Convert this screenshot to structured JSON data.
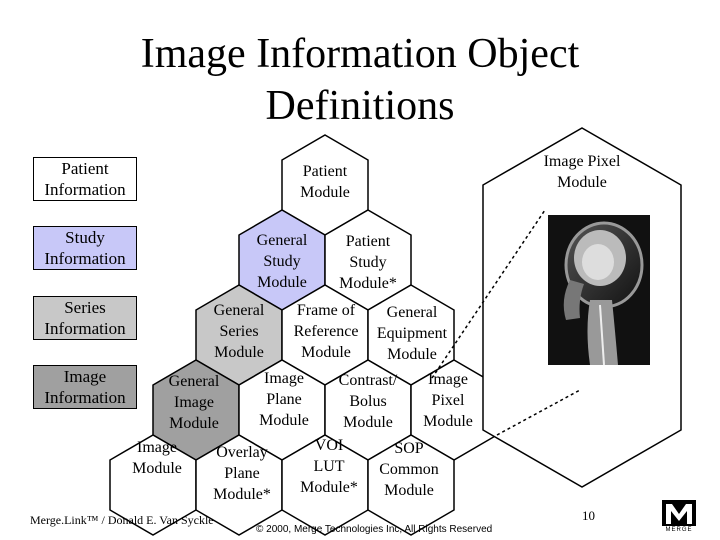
{
  "title": {
    "line1": "Image Information Object",
    "line2": "Definitions"
  },
  "info_boxes": [
    {
      "line1": "Patient",
      "line2": "Information",
      "color": "#ffffff"
    },
    {
      "line1": "Study",
      "line2": "Information",
      "color": "#c8c8f8"
    },
    {
      "line1": "Series",
      "line2": "Information",
      "color": "#c8c8c8"
    },
    {
      "line1": "Image",
      "line2": "Information",
      "color": "#a0a0a0"
    }
  ],
  "modules": {
    "patient": {
      "l1": "Patient",
      "l2": "Module"
    },
    "general_study": {
      "l1": "General",
      "l2": "Study",
      "l3": "Module"
    },
    "patient_study": {
      "l1": "Patient",
      "l2": "Study",
      "l3": "Module*"
    },
    "general_series": {
      "l1": "General",
      "l2": "Series",
      "l3": "Module"
    },
    "frame_of_reference": {
      "l1": "Frame of",
      "l2": "Reference",
      "l3": "Module"
    },
    "general_equipment": {
      "l1": "General",
      "l2": "Equipment",
      "l3": "Module"
    },
    "general_image": {
      "l1": "General",
      "l2": "Image",
      "l3": "Module"
    },
    "image_plane": {
      "l1": "Image",
      "l2": "Plane",
      "l3": "Module"
    },
    "contrast_bolus": {
      "l1": "Contrast/",
      "l2": "Bolus",
      "l3": "Module"
    },
    "image_pixel": {
      "l1": "Image",
      "l2": "Pixel",
      "l3": "Module"
    },
    "image_module": {
      "l1": "Image",
      "l2": "Module"
    },
    "overlay_plane": {
      "l1": "Overlay",
      "l2": "Plane",
      "l3": "Module*"
    },
    "voi_lut": {
      "l1": "VOI",
      "l2": "LUT",
      "l3": "Module*"
    },
    "sop_common": {
      "l1": "SOP",
      "l2": "Common",
      "l3": "Module"
    }
  },
  "image_pixel_callout": {
    "l1": "Image Pixel",
    "l2": "Module"
  },
  "footer": {
    "author": "Merge.Link™ / Donald E. Van Syckle",
    "copyright": "© 2000, Merge Technologies Inc, All Rights Reserved",
    "page_number": "10",
    "logo_text": "MERGE"
  },
  "colors": {
    "study": "#c8c8f8",
    "series": "#c8c8c8",
    "image": "#a0a0a0",
    "white": "#ffffff"
  }
}
